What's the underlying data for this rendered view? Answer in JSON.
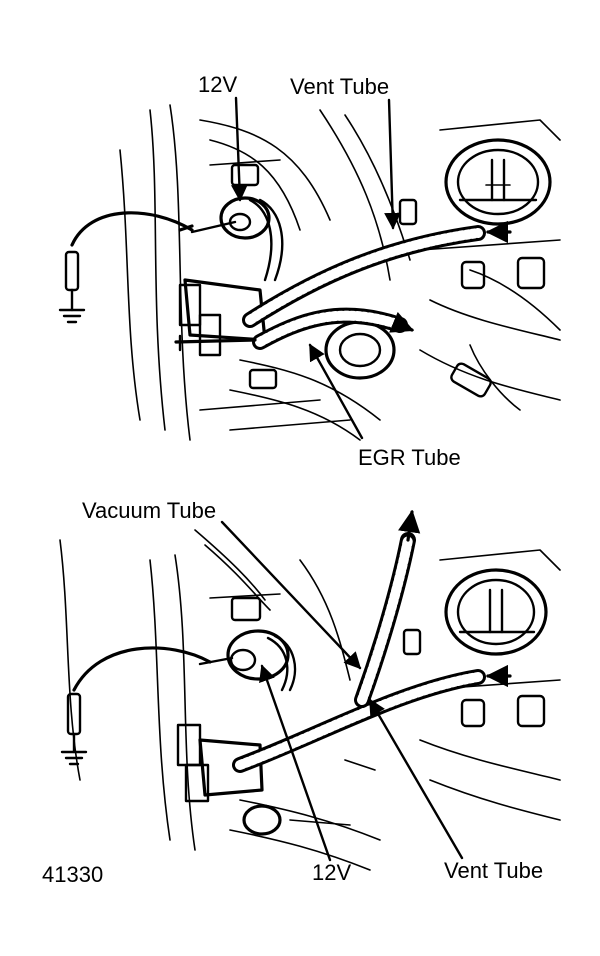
{
  "diagram": {
    "top_view": {
      "labels": {
        "voltage": "12V",
        "vent_tube": "Vent Tube",
        "egr_tube": "EGR Tube"
      }
    },
    "bottom_view": {
      "labels": {
        "vacuum_tube": "Vacuum Tube",
        "voltage": "12V",
        "vent_tube": "Vent Tube"
      }
    },
    "figure_number": "41330"
  }
}
